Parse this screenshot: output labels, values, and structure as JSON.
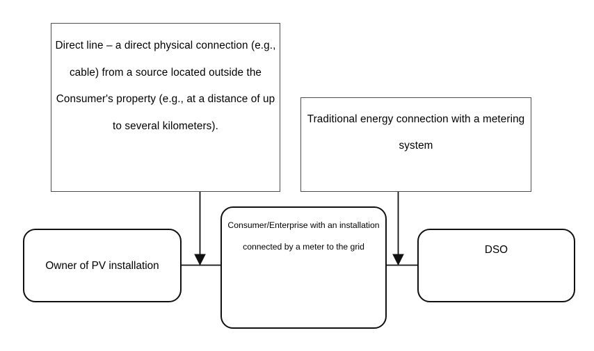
{
  "diagram": {
    "type": "flow-diagram",
    "background_color": "#ffffff",
    "stroke_color": "#111111",
    "note_border_color": "#4d4d4d",
    "nodes": {
      "direct_line_note": {
        "shape": "rectangle",
        "text": "Direct line – a direct physical connection (e.g., cable) from a source located outside the Consumer's property (e.g., at a distance of up to several kilometers)."
      },
      "traditional_connection_note": {
        "shape": "rectangle",
        "text": "Traditional energy connection with a metering system"
      },
      "owner_pv": {
        "shape": "rounded-rectangle",
        "text": "Owner of PV installation"
      },
      "consumer_enterprise": {
        "shape": "rounded-rectangle",
        "text": "Consumer/Enterprise with an installation connected by a meter to the grid"
      },
      "dso": {
        "shape": "rounded-rectangle",
        "text": "DSO"
      }
    },
    "connectors": [
      {
        "name": "direct-line-arrow",
        "from": "direct_line_note",
        "to": "owner-to-consumer-link",
        "style": "arrow-down"
      },
      {
        "name": "traditional-connection-arrow",
        "from": "traditional_connection_note",
        "to": "consumer-to-dso-link",
        "style": "arrow-down"
      },
      {
        "name": "owner-to-consumer-link",
        "from": "owner_pv",
        "to": "consumer_enterprise",
        "style": "plain-line"
      },
      {
        "name": "consumer-to-dso-link",
        "from": "consumer_enterprise",
        "to": "dso",
        "style": "plain-line"
      }
    ]
  }
}
